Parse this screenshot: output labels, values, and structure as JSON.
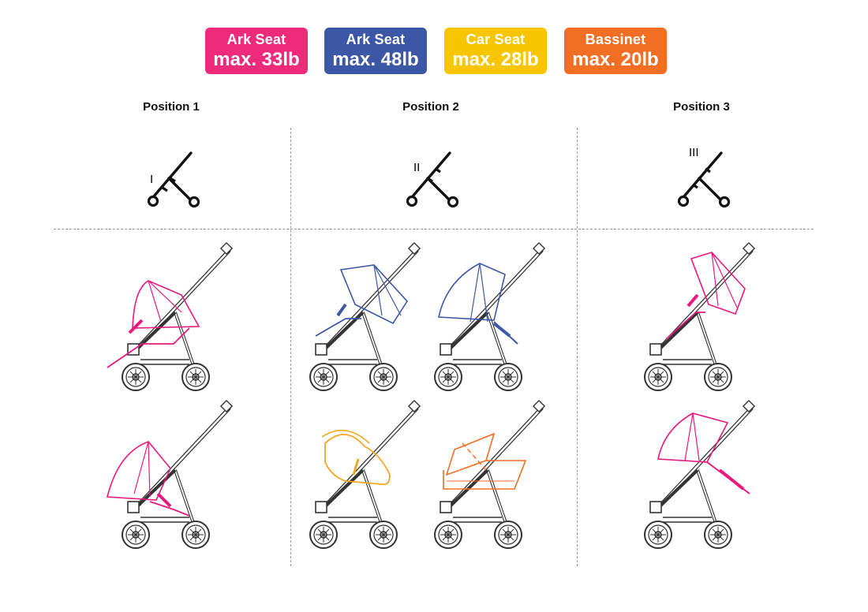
{
  "badges": [
    {
      "line1": "Ark Seat",
      "line2": "max. 33lb",
      "color": "#EE2A7B"
    },
    {
      "line1": "Ark Seat",
      "line2": "max. 48lb",
      "color": "#3D57A7"
    },
    {
      "line1": "Car Seat",
      "line2": "max. 28lb",
      "color": "#F7C600"
    },
    {
      "line1": "Bassinet",
      "line2": "max. 20lb",
      "color": "#F26E22"
    }
  ],
  "positions": [
    {
      "title": "Position 1",
      "numeral": "I"
    },
    {
      "title": "Position 2",
      "numeral": "II"
    },
    {
      "title": "Position 3",
      "numeral": "III"
    }
  ],
  "colors": {
    "ark_seat_33": "#E8197F",
    "ark_seat_48": "#3D57A7",
    "car_seat": "#F5A623",
    "bassinet": "#F26E22",
    "frame": "#333333",
    "divider": "#9a9a9a"
  }
}
